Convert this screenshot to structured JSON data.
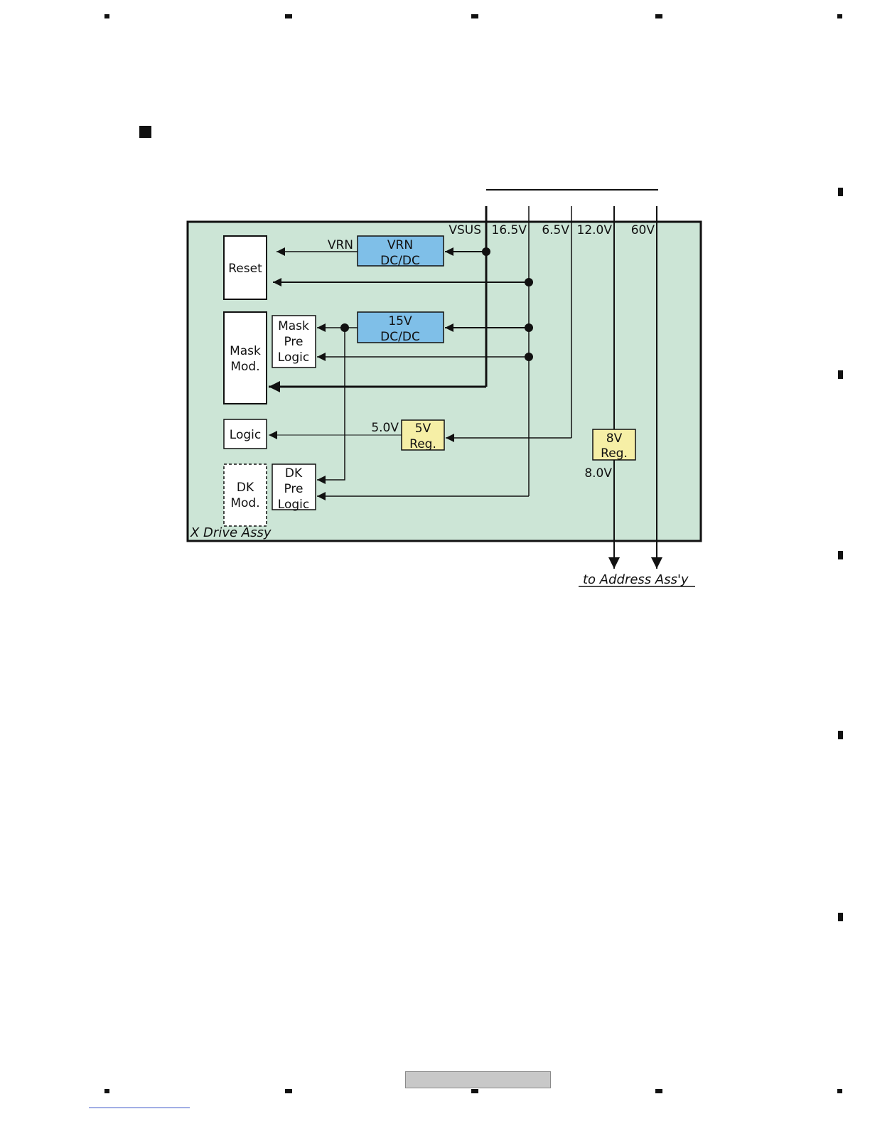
{
  "diagram": {
    "assembly_label": "X Drive Assy",
    "destination_label": "to Address Ass'y",
    "rails": {
      "vsus": "VSUS",
      "v16_5": "16.5V",
      "v6_5": "6.5V",
      "v12_0": "12.0V",
      "v60": "60V"
    },
    "signal_labels": {
      "vrn": "VRN",
      "v5_0": "5.0V",
      "v8_0": "8.0V"
    },
    "blocks": {
      "reset": [
        "Reset"
      ],
      "mask_mod": [
        "Mask",
        "Mod."
      ],
      "mask_pre_logic": [
        "Mask",
        "Pre",
        "Logic"
      ],
      "logic": [
        "Logic"
      ],
      "dk_mod": [
        "DK",
        "Mod."
      ],
      "dk_pre_logic": [
        "DK",
        "Pre",
        "Logic"
      ],
      "vrn_dcdc": [
        "VRN",
        "DC/DC"
      ],
      "v15_dcdc": [
        "15V",
        "DC/DC"
      ],
      "v5_reg": [
        "5V",
        "Reg."
      ],
      "v8_reg": [
        "8V",
        "Reg."
      ]
    },
    "colors": {
      "assembly_fill": "#cce5d6",
      "dcdc_fill": "#7fbfe8",
      "regulator_fill": "#f6efa6",
      "line": "#111111"
    }
  }
}
